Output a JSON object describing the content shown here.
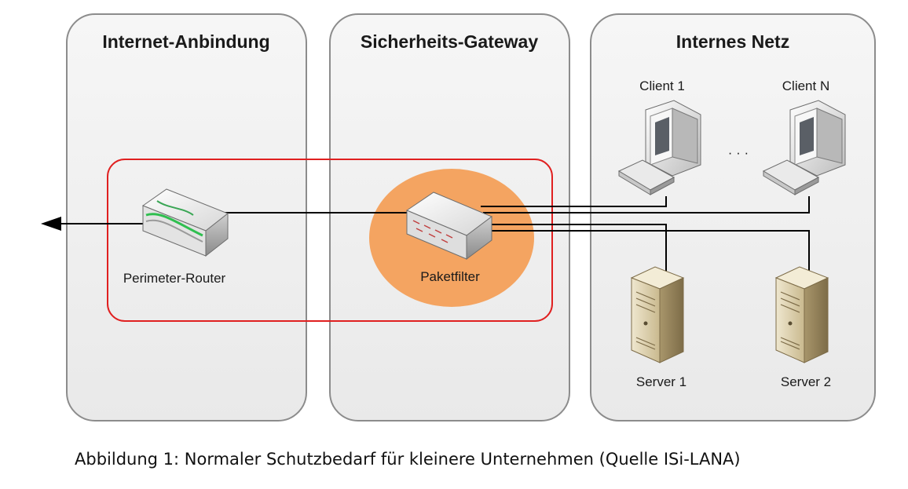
{
  "zones": [
    {
      "id": "internet",
      "title": "Internet-Anbindung"
    },
    {
      "id": "gateway",
      "title": "Sicherheits-Gateway"
    },
    {
      "id": "internal",
      "title": "Internes Netz"
    }
  ],
  "nodes": {
    "router": {
      "label": "Perimeter-Router",
      "icon": "router-icon"
    },
    "filter": {
      "label": "Paketfilter",
      "icon": "switch-icon"
    },
    "client1": {
      "label": "Client 1",
      "icon": "computer-icon"
    },
    "clientN": {
      "label": "Client N",
      "icon": "computer-icon"
    },
    "server1": {
      "label": "Server 1",
      "icon": "server-icon"
    },
    "server2": {
      "label": "Server 2",
      "icon": "server-icon"
    },
    "ellipsis": "· · ·"
  },
  "caption": "Abbildung 1: Normaler Schutzbedarf für kleinere Unternehmen (Quelle ISi-LANA)",
  "colors": {
    "zone_fill": "#f0f0f0",
    "zone_stroke": "#8c8c8c",
    "highlight_stroke": "#e02020",
    "filter_glow": "#f4a461",
    "line": "#000000"
  }
}
